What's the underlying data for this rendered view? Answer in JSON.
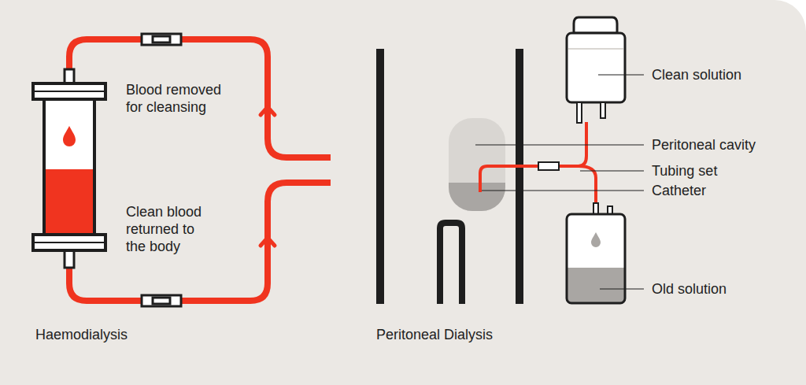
{
  "diagram": {
    "labels": [
      "Blood removed for cleansing",
      "Clean blood returned to the body",
      "Haemodialysis",
      "Peritoneal Dialysis",
      "Clean solution",
      "Peritoneal cavity",
      "Tubing set",
      "Catheter",
      "Old solution"
    ]
  }
}
